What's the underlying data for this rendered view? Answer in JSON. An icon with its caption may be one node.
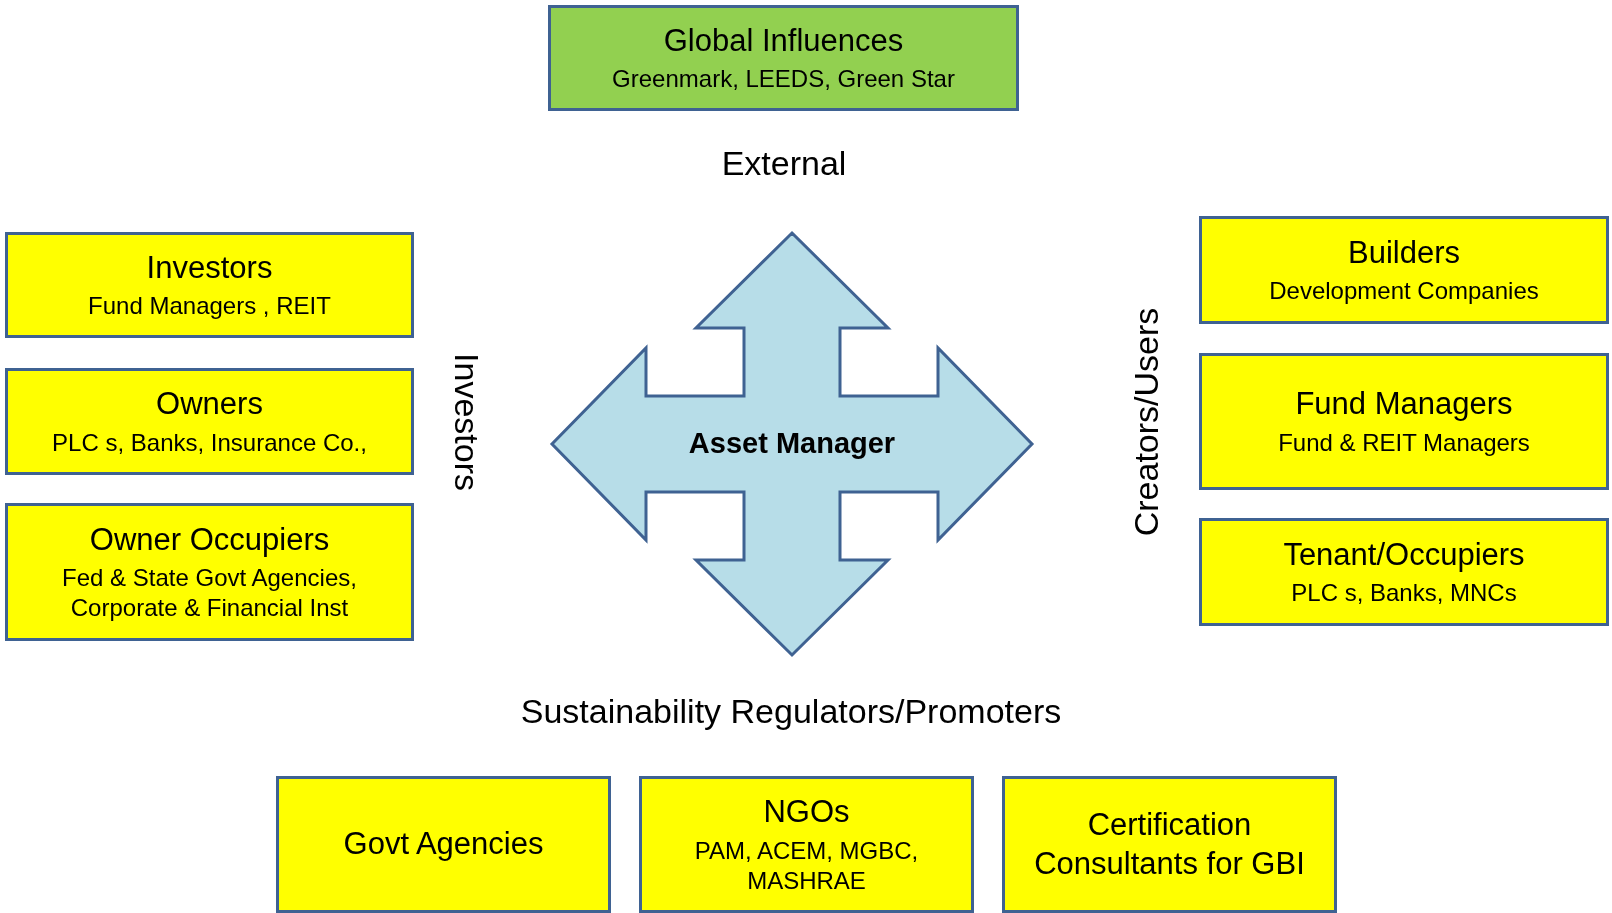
{
  "diagram": {
    "nodes": [
      {
        "text": [
          "Global Influences",
          "Greenmark, LEEDS,  Green Star"
        ]
      },
      {
        "text": [
          "Investors",
          "Fund Managers , REIT"
        ]
      },
      {
        "text": [
          "Owners",
          "PLC s, Banks, Insurance Co.,"
        ]
      },
      {
        "text": [
          "Owner Occupiers",
          "Fed & State Govt Agencies, Corporate & Financial Inst"
        ]
      },
      {
        "text": [
          "Builders",
          "Development  Companies"
        ]
      },
      {
        "text": [
          "Fund Managers",
          "Fund & REIT Managers"
        ]
      },
      {
        "text": [
          "Tenant/Occupiers",
          "PLC s, Banks, MNCs"
        ]
      },
      {
        "text": [
          "Govt Agencies"
        ]
      },
      {
        "text": [
          "NGOs",
          "PAM, ACEM, MGBC, MASHRAE"
        ]
      },
      {
        "text": [
          "Certification Consultants for GBI"
        ]
      },
      {
        "text": [
          "Asset Manager"
        ]
      }
    ],
    "labels": [
      "External",
      "Investors",
      "Creators/Users",
      "Sustainability Regulators/Promoters"
    ]
  }
}
